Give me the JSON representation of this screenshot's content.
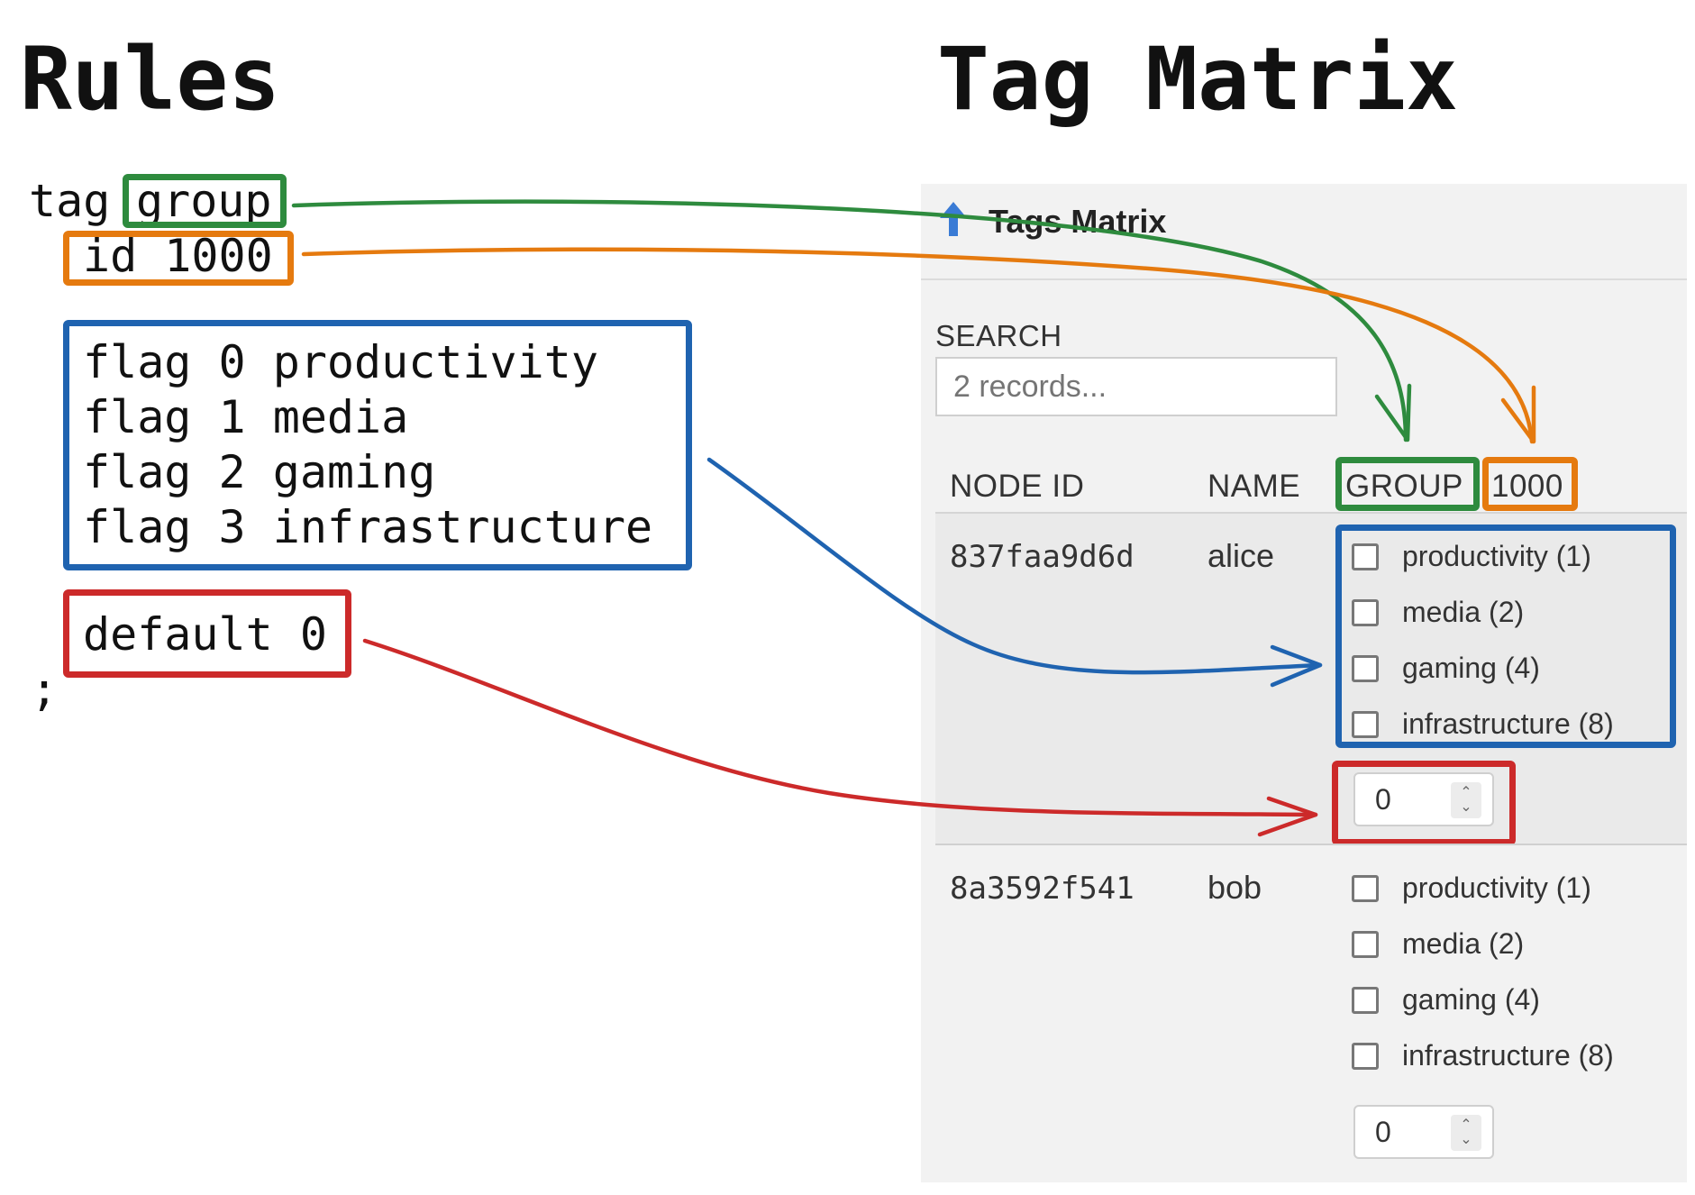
{
  "headings": {
    "left": "Rules",
    "right": "Tag Matrix"
  },
  "rules": {
    "tag_keyword": "tag",
    "group": "group",
    "id_line": "id 1000",
    "flags": [
      "flag 0 productivity",
      "flag 1 media",
      "flag 2 gaming",
      "flag 3 infrastructure"
    ],
    "default_line": "default 0",
    "terminator": ";"
  },
  "panel": {
    "title": "Tags Matrix",
    "search_label": "SEARCH",
    "search_placeholder": "2 records...",
    "columns": [
      "NODE ID",
      "NAME",
      "GROUP",
      "1000"
    ],
    "rows": [
      {
        "node_id": "837faa9d6d",
        "name": "alice",
        "options": [
          "productivity (1)",
          "media (2)",
          "gaming (4)",
          "infrastructure (8)"
        ],
        "value": "0"
      },
      {
        "node_id": "8a3592f541",
        "name": "bob",
        "options": [
          "productivity (1)",
          "media (2)",
          "gaming (4)",
          "infrastructure (8)"
        ],
        "value": "0"
      }
    ]
  },
  "colors": {
    "group": "#2e8b3e",
    "id": "#e57a0f",
    "flags": "#1f63b0",
    "default": "#cc2a2a",
    "up_arrow": "#3a7bd5"
  }
}
